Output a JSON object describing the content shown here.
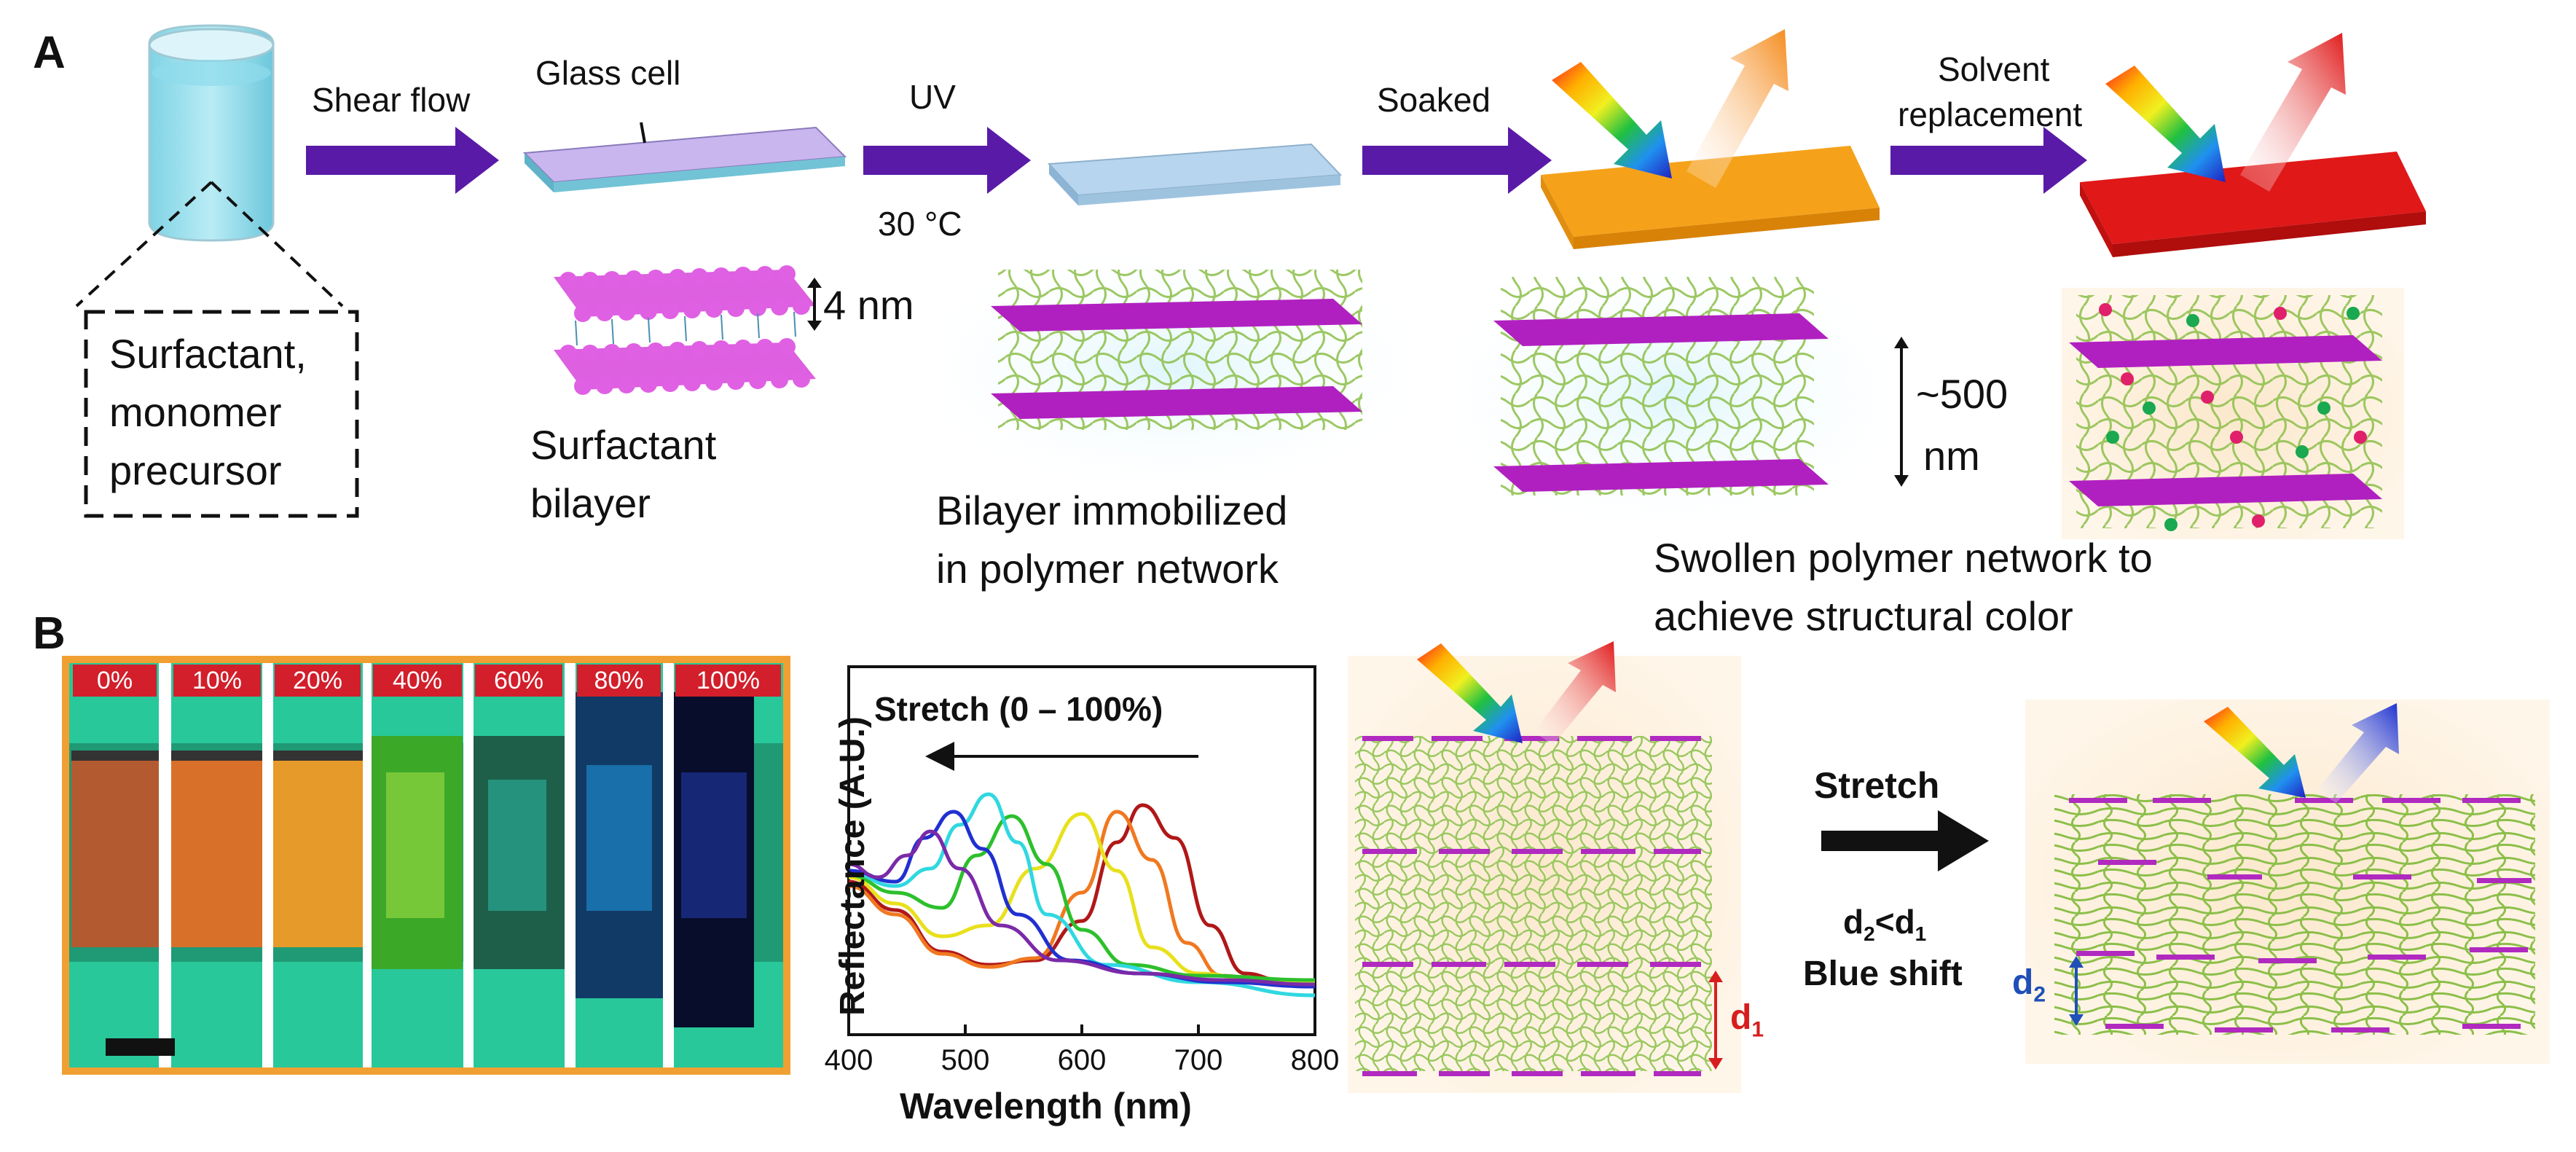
{
  "figure": {
    "panel_a": {
      "letter": "A",
      "step_labels": {
        "shear_flow": "Shear flow",
        "glass_cell": "Glass cell",
        "uv": "UV",
        "uv_temp": "30 °C",
        "soaked": "Soaked",
        "solvent_replacement": [
          "Solvent",
          "replacement"
        ]
      },
      "precursor_box": [
        "Surfactant,",
        "monomer",
        "precursor"
      ],
      "bilayer_spacing": "4 nm",
      "bilayer_caption": [
        "Surfactant",
        "bilayer"
      ],
      "immobilized_caption": [
        "Bilayer immobilized",
        "in polymer network"
      ],
      "swollen_spacing": [
        "~500",
        "nm"
      ],
      "swollen_caption": [
        "Swollen polymer network to",
        "achieve structural color"
      ]
    },
    "panel_b": {
      "letter": "B",
      "strain_labels": [
        "0%",
        "10%",
        "20%",
        "40%",
        "60%",
        "80%",
        "100%"
      ],
      "stretch_annotation": "Stretch (0 – 100%)",
      "stretch_label": "Stretch",
      "d1_label": "d",
      "d1_sub": "1",
      "d2_label": "d",
      "d2_sub": "2",
      "relation": {
        "a": "d",
        "a_sub": "2",
        "op": "<",
        "b": "d",
        "b_sub": "1"
      },
      "blue_shift": "Blue shift"
    },
    "colors": {
      "arrow_purple": "#5a1aa8",
      "bilayer_magenta": "#c42ac8",
      "network_green": "#8cbf4a",
      "film_orange": "#f5a21a",
      "film_red": "#e01818",
      "label_red": "#d21f2b",
      "d1_red": "#d71e1e",
      "d2_blue": "#1f4fb8"
    }
  },
  "chart_data": {
    "type": "line",
    "title": "",
    "xlabel": "Wavelength (nm)",
    "ylabel": "Reflectance (A.U.)",
    "xlim": [
      400,
      800
    ],
    "x_ticks": [
      400,
      500,
      600,
      700,
      800
    ],
    "y_ticks_shown": false,
    "legend": "none",
    "annotation": "Stretch (0 – 100%)",
    "series": [
      {
        "color": "#b01818",
        "peak_nm": 652,
        "points": [
          [
            400,
            0.6
          ],
          [
            440,
            0.47
          ],
          [
            480,
            0.28
          ],
          [
            520,
            0.22
          ],
          [
            560,
            0.24
          ],
          [
            600,
            0.42
          ],
          [
            630,
            0.78
          ],
          [
            652,
            0.95
          ],
          [
            680,
            0.8
          ],
          [
            710,
            0.4
          ],
          [
            740,
            0.18
          ],
          [
            770,
            0.15
          ],
          [
            800,
            0.13
          ]
        ]
      },
      {
        "color": "#f07820",
        "peak_nm": 630,
        "points": [
          [
            400,
            0.58
          ],
          [
            440,
            0.45
          ],
          [
            480,
            0.27
          ],
          [
            520,
            0.21
          ],
          [
            560,
            0.25
          ],
          [
            600,
            0.55
          ],
          [
            630,
            0.92
          ],
          [
            660,
            0.7
          ],
          [
            690,
            0.32
          ],
          [
            720,
            0.17
          ],
          [
            760,
            0.14
          ],
          [
            800,
            0.12
          ]
        ]
      },
      {
        "color": "#e8e01c",
        "peak_nm": 600,
        "points": [
          [
            400,
            0.62
          ],
          [
            440,
            0.5
          ],
          [
            480,
            0.35
          ],
          [
            520,
            0.4
          ],
          [
            560,
            0.66
          ],
          [
            600,
            0.91
          ],
          [
            630,
            0.65
          ],
          [
            660,
            0.3
          ],
          [
            700,
            0.18
          ],
          [
            750,
            0.15
          ],
          [
            800,
            0.14
          ]
        ]
      },
      {
        "color": "#2cc02c",
        "peak_nm": 540,
        "points": [
          [
            400,
            0.63
          ],
          [
            440,
            0.55
          ],
          [
            480,
            0.48
          ],
          [
            510,
            0.72
          ],
          [
            540,
            0.9
          ],
          [
            570,
            0.68
          ],
          [
            600,
            0.38
          ],
          [
            640,
            0.22
          ],
          [
            700,
            0.17
          ],
          [
            800,
            0.15
          ]
        ]
      },
      {
        "color": "#30d8e0",
        "peak_nm": 520,
        "points": [
          [
            400,
            0.64
          ],
          [
            440,
            0.58
          ],
          [
            470,
            0.66
          ],
          [
            495,
            0.86
          ],
          [
            520,
            1.0
          ],
          [
            545,
            0.78
          ],
          [
            570,
            0.45
          ],
          [
            620,
            0.22
          ],
          [
            700,
            0.14
          ],
          [
            800,
            0.08
          ]
        ]
      },
      {
        "color": "#2030d0",
        "peak_nm": 490,
        "points": [
          [
            400,
            0.65
          ],
          [
            440,
            0.6
          ],
          [
            465,
            0.8
          ],
          [
            490,
            0.92
          ],
          [
            515,
            0.75
          ],
          [
            545,
            0.45
          ],
          [
            590,
            0.24
          ],
          [
            650,
            0.18
          ],
          [
            720,
            0.14
          ],
          [
            800,
            0.12
          ]
        ]
      },
      {
        "color": "#7a2aa8",
        "peak_nm": 470,
        "points": [
          [
            400,
            0.68
          ],
          [
            425,
            0.62
          ],
          [
            450,
            0.72
          ],
          [
            470,
            0.83
          ],
          [
            495,
            0.66
          ],
          [
            530,
            0.4
          ],
          [
            580,
            0.24
          ],
          [
            650,
            0.18
          ],
          [
            720,
            0.15
          ],
          [
            800,
            0.13
          ]
        ]
      }
    ]
  }
}
